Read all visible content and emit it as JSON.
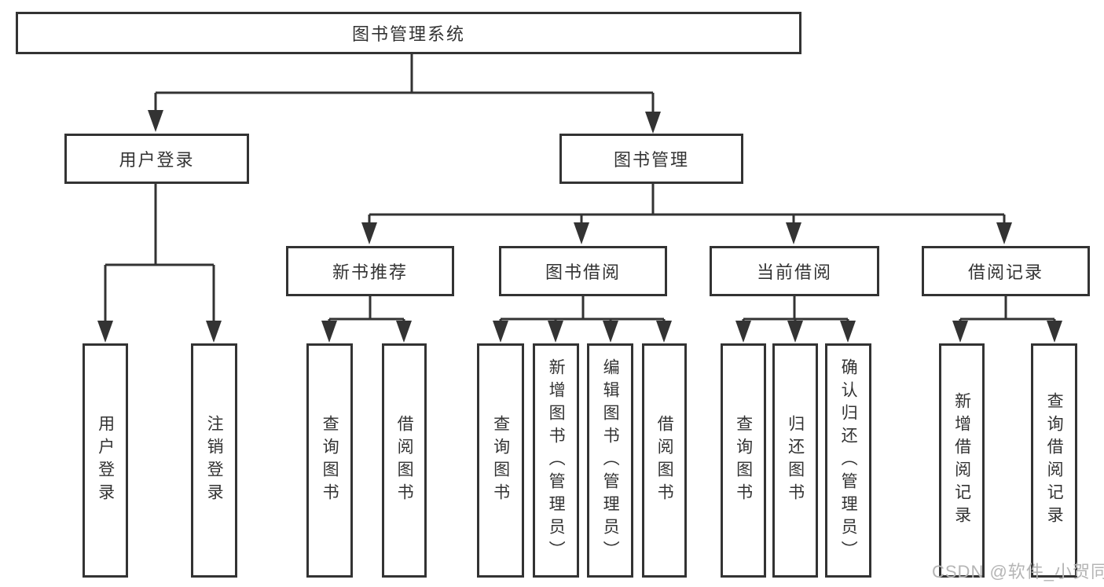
{
  "colors": {
    "line": "#333333",
    "text": "#333333",
    "box_bg": "#ffffff",
    "watermark": "#b5b5b5"
  },
  "diagram": {
    "root": {
      "label": "图书管理系统"
    },
    "branches": [
      {
        "label": "用户登录",
        "children": [
          {
            "label": "用户登录"
          },
          {
            "label": "注销登录"
          }
        ]
      },
      {
        "label": "图书管理",
        "children": [
          {
            "label": "新书推荐",
            "children": [
              {
                "label": "查询图书"
              },
              {
                "label": "借阅图书"
              }
            ]
          },
          {
            "label": "图书借阅",
            "children": [
              {
                "label": "查询图书"
              },
              {
                "label": "新增图书（管理员）"
              },
              {
                "label": "编辑图书（管理员）"
              },
              {
                "label": "借阅图书"
              }
            ]
          },
          {
            "label": "当前借阅",
            "children": [
              {
                "label": "查询图书"
              },
              {
                "label": "归还图书"
              },
              {
                "label": "确认归还（管理员）"
              }
            ]
          },
          {
            "label": "借阅记录",
            "children": [
              {
                "label": "新增借阅记录"
              },
              {
                "label": "查询借阅记录"
              }
            ]
          }
        ]
      }
    ]
  },
  "watermark": {
    "text": "CSDN @软件_小贺同学"
  }
}
